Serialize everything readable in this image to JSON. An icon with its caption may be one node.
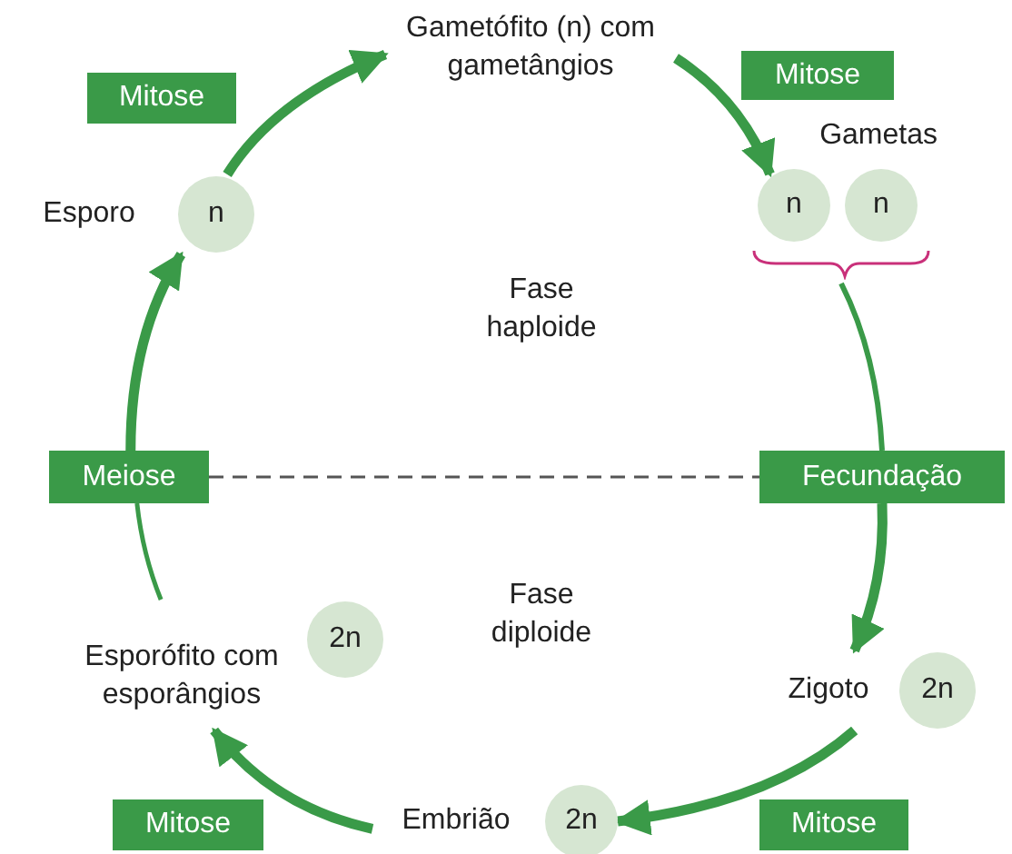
{
  "diagram": {
    "nodes": [
      {
        "text": [
          "Gametófito (n) com gametângios"
        ]
      },
      {
        "text": [
          "Gametas"
        ]
      },
      {
        "text": [
          "n"
        ],
        "in": 1
      },
      {
        "text": [
          "n"
        ],
        "in": 1
      },
      {
        "text": [
          "n"
        ],
        "beside": [
          "Esporo"
        ]
      },
      {
        "text": [
          "Meiose"
        ]
      },
      {
        "text": [
          "Fecundação"
        ]
      },
      {
        "text": [
          "2n"
        ],
        "beside": [
          "Esporófito com esporângios"
        ]
      },
      {
        "text": [
          "2n"
        ],
        "beside": [
          "Zigoto"
        ]
      },
      {
        "text": [
          "2n"
        ],
        "beside": [
          "Embrião"
        ]
      },
      {
        "text": [
          "Mitose"
        ]
      },
      {
        "text": [
          "Mitose"
        ]
      },
      {
        "text": [
          "Mitose"
        ]
      },
      {
        "text": [
          "Mitose"
        ]
      }
    ],
    "edges": [
      {
        "from": 4,
        "to": 0,
        "arrow": "to"
      },
      {
        "from": 0,
        "to": 2,
        "arrow": "to"
      },
      {
        "from": 1,
        "to": 6,
        "arrow": "none"
      },
      {
        "from": 6,
        "to": 8,
        "arrow": "to"
      },
      {
        "from": 8,
        "to": 9,
        "arrow": "to"
      },
      {
        "from": 9,
        "to": 7,
        "arrow": "to"
      },
      {
        "from": 7,
        "to": 5,
        "arrow": "none"
      },
      {
        "from": 5,
        "to": 4,
        "arrow": "to"
      },
      {
        "from": 5,
        "to": 6,
        "arrow": "none",
        "style": "dashed",
        "color": "#555555"
      }
    ],
    "labels": [
      "Fase haploide",
      "Fase diploide"
    ]
  }
}
